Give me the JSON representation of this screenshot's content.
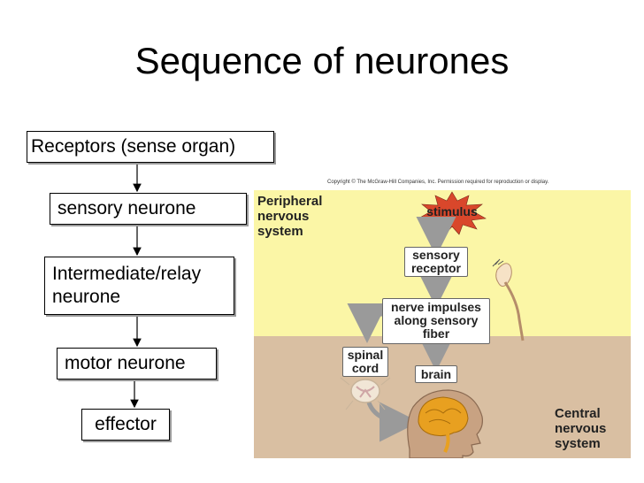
{
  "slide": {
    "title": "Sequence of neurones"
  },
  "flow": {
    "steps": [
      {
        "id": "receptors",
        "lines": [
          "Receptors (sense organ)"
        ]
      },
      {
        "id": "sensory",
        "lines": [
          "sensory neurone"
        ]
      },
      {
        "id": "relay",
        "lines": [
          "Intermediate/relay",
          "neurone"
        ]
      },
      {
        "id": "motor",
        "lines": [
          "motor neurone"
        ]
      },
      {
        "id": "effector",
        "lines": [
          "effector"
        ]
      }
    ]
  },
  "figure": {
    "copyright": "Copyright © The McGraw-Hill Companies, Inc. Permission required for reproduction or display.",
    "peripheral_label": [
      "Peripheral",
      "nervous",
      "system"
    ],
    "central_label": [
      "Central",
      "nervous",
      "system"
    ],
    "stimulus": "stimulus",
    "sensory_receptor": [
      "sensory",
      "receptor"
    ],
    "nerve_impulses": [
      "nerve impulses",
      "along sensory",
      "fiber"
    ],
    "spinal_cord": [
      "spinal",
      "cord"
    ],
    "brain": "brain",
    "colors": {
      "peripheral_band": "#fbf6a6",
      "central_band": "#d9bfa2",
      "stimulus_star": "#d9472b",
      "brain": "#e8a020",
      "arrow": "#9a9a9a"
    }
  }
}
